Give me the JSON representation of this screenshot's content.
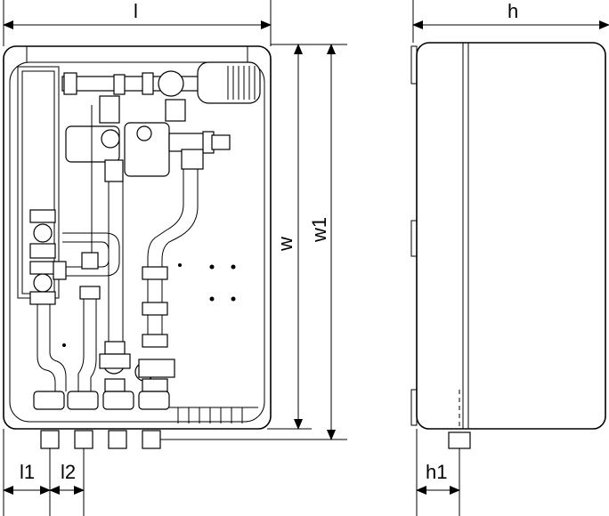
{
  "dimensions": {
    "l": "l",
    "h": "h",
    "w": "w",
    "w1": "w1",
    "l1": "l1",
    "l2": "l2",
    "h1": "h1"
  }
}
